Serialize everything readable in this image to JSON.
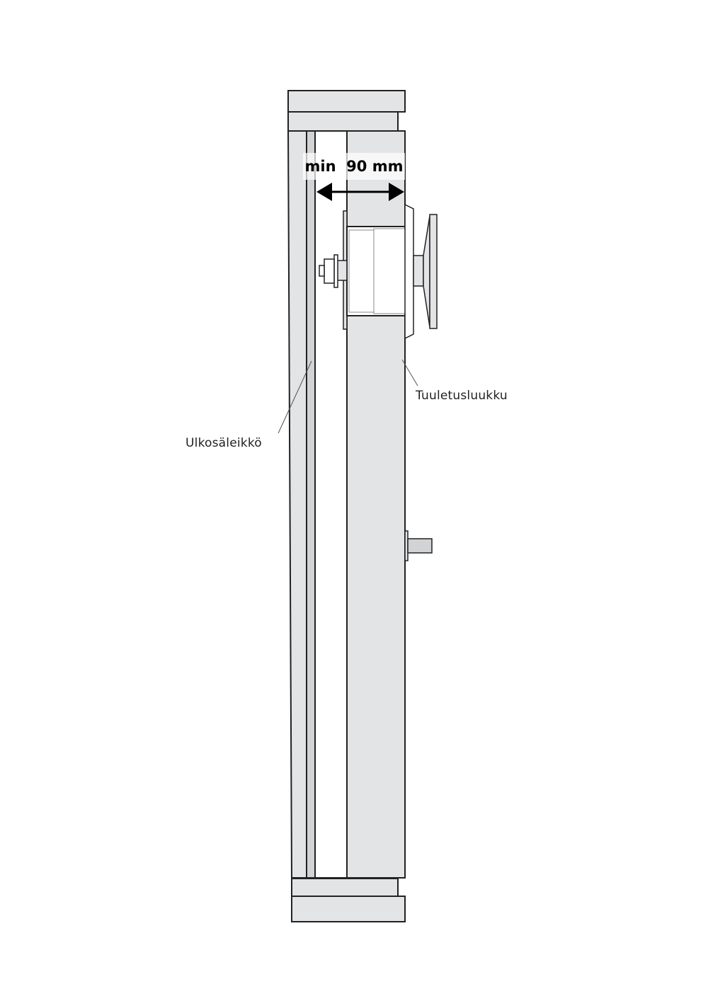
{
  "labels": {
    "dimension": "min  90 mm",
    "vent": "Tuuletusluukku",
    "grille": "Ulkosäleikkö"
  },
  "colors": {
    "fill": "#e3e4e6",
    "grille": "#d2d3d5",
    "stroke": "#222222"
  }
}
